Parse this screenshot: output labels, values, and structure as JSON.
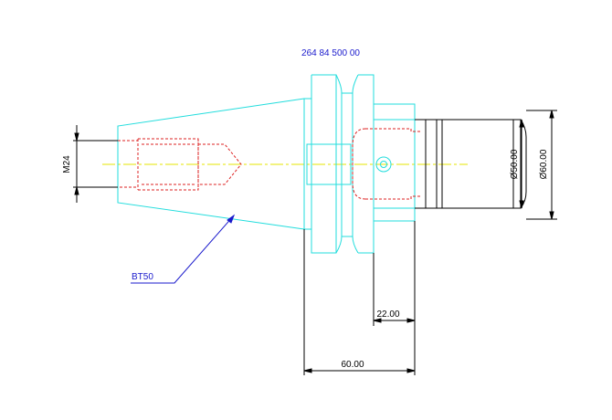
{
  "drawing": {
    "part_number": "264 84 500 00",
    "taper_label": "BT50",
    "thread_label": "M24",
    "diameter_inner_label": "Ø50.00",
    "diameter_outer_label": "Ø60.00",
    "dim_22_label": "22.00",
    "dim_60_label": "60.00"
  },
  "colors": {
    "outline": "#22dddd",
    "hidden": "#dd2222",
    "centerline": "#e6e600",
    "dimension": "#000000",
    "label_blue": "#1a1acc",
    "background": "#ffffff"
  }
}
